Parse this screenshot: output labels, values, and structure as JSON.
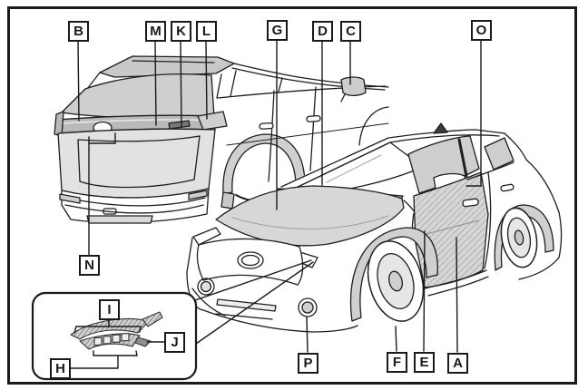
{
  "figure": {
    "labels": [
      {
        "letter": "B"
      },
      {
        "letter": "M"
      },
      {
        "letter": "K"
      },
      {
        "letter": "L"
      },
      {
        "letter": "G"
      },
      {
        "letter": "D"
      },
      {
        "letter": "C"
      },
      {
        "letter": "O"
      },
      {
        "letter": "N"
      },
      {
        "letter": "I"
      },
      {
        "letter": "J"
      },
      {
        "letter": "H"
      },
      {
        "letter": "P"
      },
      {
        "letter": "F"
      },
      {
        "letter": "E"
      },
      {
        "letter": "A"
      }
    ],
    "colors": {
      "line": "#1e1e1e",
      "panel_gray": "#d7d7d7",
      "glass_gray": "#cfcfcf",
      "dark_gray": "#a9a9a9",
      "background": "#ffffff"
    }
  }
}
